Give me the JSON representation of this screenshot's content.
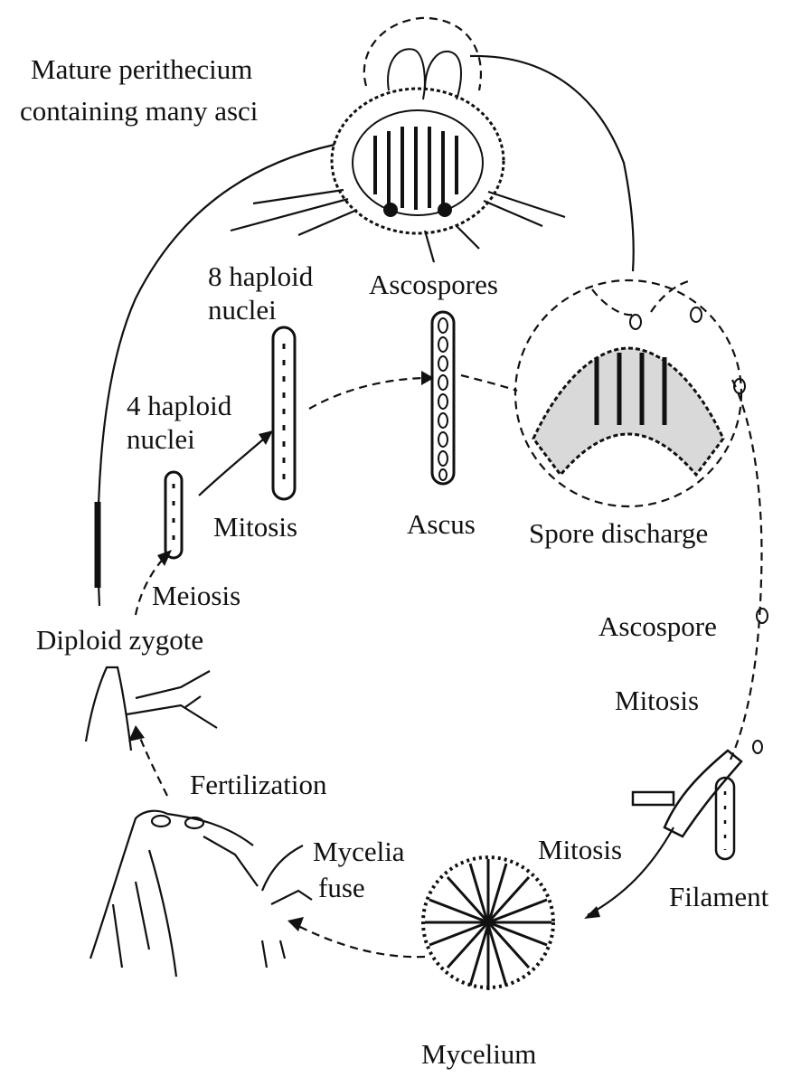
{
  "labels": {
    "perithecium_line1": "Mature perithecium",
    "perithecium_line2": "containing many asci",
    "ascospores": "Ascospores",
    "eight_nuclei_line1": "8 haploid",
    "eight_nuclei_line2": "nuclei",
    "four_nuclei_line1": "4 haploid",
    "four_nuclei_line2": "nuclei",
    "mitosis_center": "Mitosis",
    "ascus": "Ascus",
    "spore_discharge": "Spore discharge",
    "meiosis": "Meiosis",
    "diploid_zygote": "Diploid zygote",
    "ascospore": "Ascospore",
    "mitosis_right": "Mitosis",
    "fertilization": "Fertilization",
    "mycelia_fuse_line1": "Mycelia",
    "mycelia_fuse_line2": "fuse",
    "mitosis_bottom": "Mitosis",
    "filament": "Filament",
    "mycelium": "Mycelium"
  },
  "colors": {
    "ink": "#111111",
    "background": "#ffffff"
  }
}
